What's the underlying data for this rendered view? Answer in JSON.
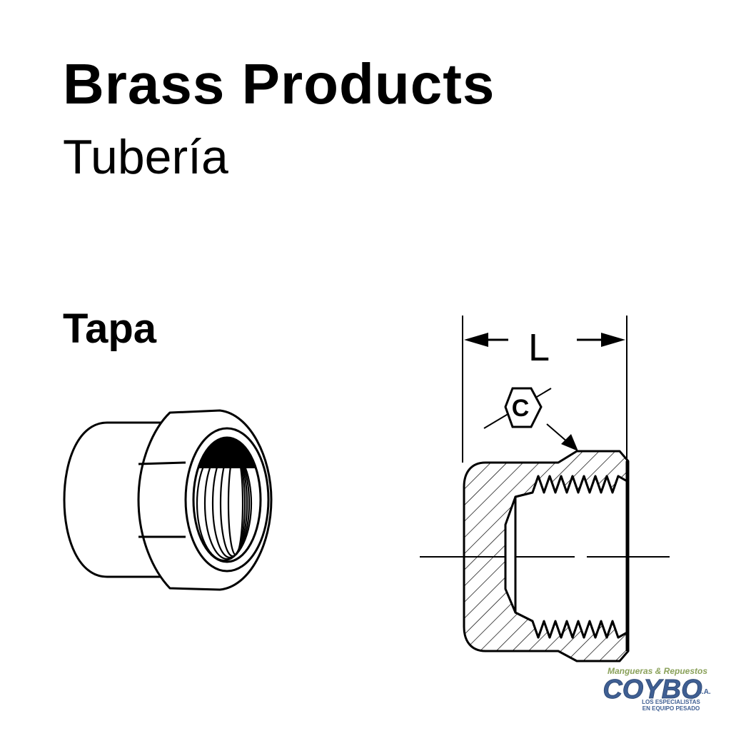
{
  "header": {
    "title": "Brass Products",
    "subtitle": "Tubería"
  },
  "product": {
    "name": "Tapa"
  },
  "section_view": {
    "length_label": "L",
    "hex_label": "C"
  },
  "logo": {
    "tagline": "Mangueras & Repuestos",
    "brand": "COYBO",
    "suffix": "S.A.",
    "slogan_1": "LOS ESPECIALISTAS",
    "slogan_2": "EN EQUIPO PESADO",
    "colors": {
      "tagline": "#8aa15a",
      "brand": "#3f5f93",
      "accent": "#5d7a35"
    }
  }
}
